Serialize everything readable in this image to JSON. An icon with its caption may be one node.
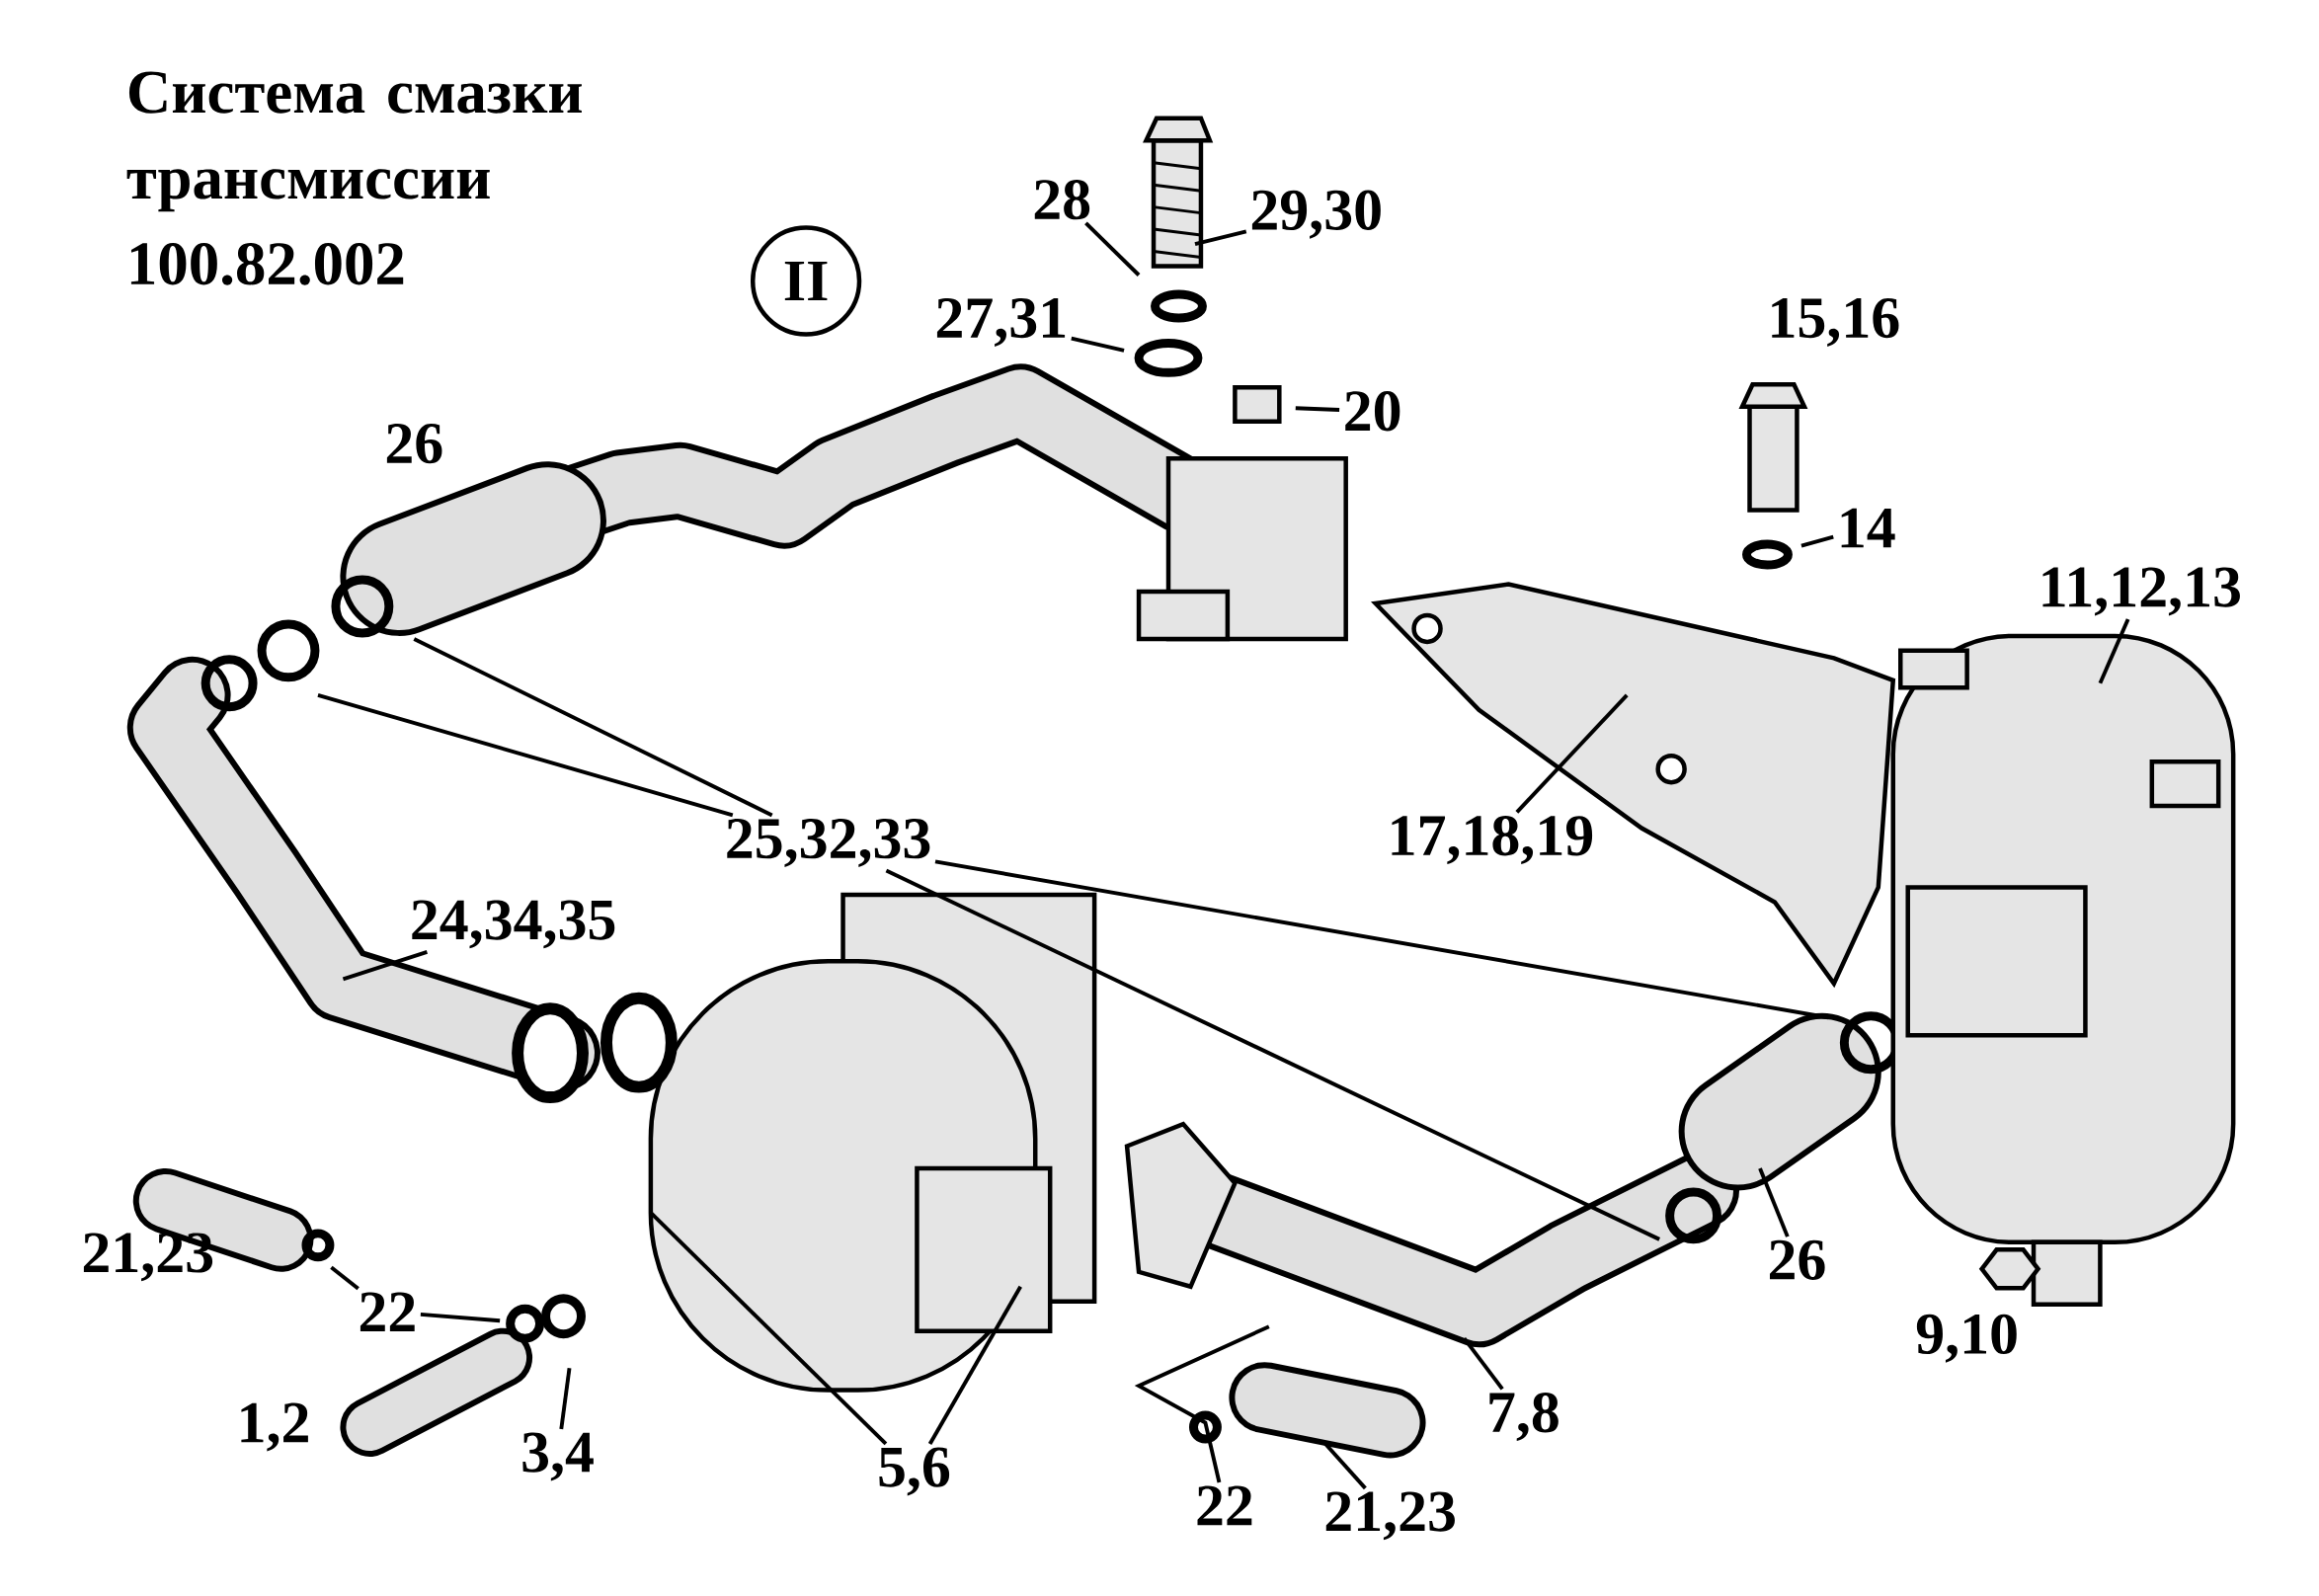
{
  "diagram": {
    "title": "Система смазки трансмиссии 100.82.002",
    "nodes": [
      {
        "text": [
          "28"
        ]
      },
      {
        "text": [
          "29,30"
        ]
      },
      {
        "text": [
          "27,31"
        ]
      },
      {
        "text": [
          "20"
        ]
      },
      {
        "text": [
          "14"
        ]
      },
      {
        "text": [
          "11,12,13"
        ]
      },
      {
        "text": [
          "17,18,19"
        ]
      },
      {
        "text": [
          "25,32,33"
        ]
      },
      {
        "text": [
          "24,34,35"
        ]
      },
      {
        "text": [
          "22"
        ]
      },
      {
        "text": [
          "3,4"
        ]
      },
      {
        "text": [
          "5,6"
        ]
      },
      {
        "text": [
          "7,8"
        ]
      },
      {
        "text": [
          "26"
        ]
      },
      {
        "text": [
          "22"
        ]
      },
      {
        "text": [
          "21,23"
        ]
      }
    ],
    "edges": [
      {
        "from": 0,
        "to": null,
        "arrow": "none"
      },
      {
        "from": 1,
        "to": null,
        "arrow": "none"
      },
      {
        "from": 2,
        "to": null,
        "arrow": "none"
      },
      {
        "from": 3,
        "to": null,
        "arrow": "none"
      },
      {
        "from": 4,
        "to": null,
        "arrow": "none"
      },
      {
        "from": 5,
        "to": null,
        "arrow": "none"
      },
      {
        "from": 6,
        "to": null,
        "arrow": "none"
      },
      {
        "from": 7,
        "to": null,
        "arrow": "none"
      },
      {
        "from": 7,
        "to": null,
        "arrow": "none"
      },
      {
        "from": 7,
        "to": null,
        "arrow": "none"
      },
      {
        "from": 7,
        "to": null,
        "arrow": "none"
      },
      {
        "from": 8,
        "to": null,
        "arrow": "none"
      },
      {
        "from": 9,
        "to": null,
        "arrow": "none"
      },
      {
        "from": 9,
        "to": null,
        "arrow": "none"
      },
      {
        "from": 10,
        "to": null,
        "arrow": "none"
      },
      {
        "from": 11,
        "to": null,
        "arrow": "none"
      },
      {
        "from": 11,
        "to": null,
        "arrow": "none"
      },
      {
        "from": 12,
        "to": null,
        "arrow": "none"
      },
      {
        "from": 13,
        "to": null,
        "arrow": "none"
      },
      {
        "from": 14,
        "to": null,
        "arrow": "none"
      },
      {
        "from": 15,
        "to": null,
        "arrow": "none"
      }
    ],
    "labels": [
      "II",
      "15,16",
      "26",
      "21,23",
      "9,10",
      "1,2"
    ]
  }
}
